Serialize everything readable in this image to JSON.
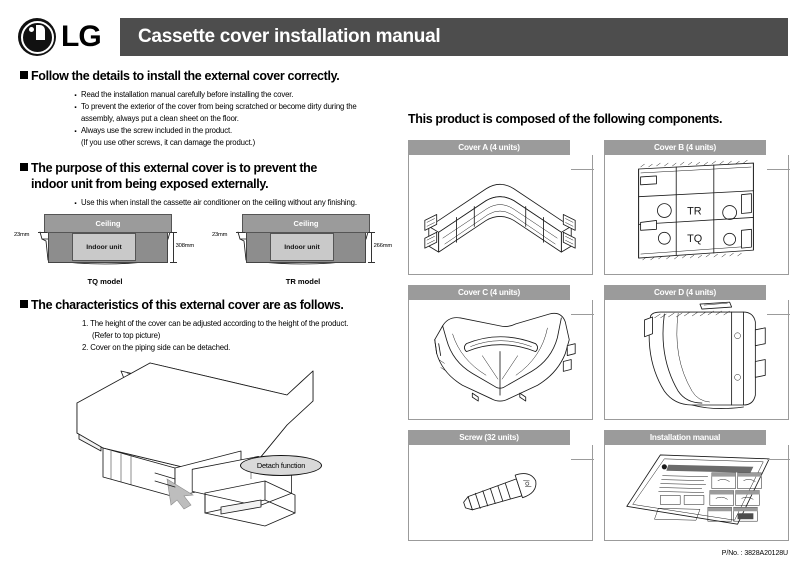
{
  "header": {
    "brand": "LG",
    "title": "Cassette cover installation manual"
  },
  "sections": {
    "follow": {
      "heading": "Follow the details to install the external cover correctly.",
      "bullets": [
        "Read the installation manual carefully before installing the cover.",
        "To prevent the exterior of the cover from being scratched or become dirty during the",
        "assembly, always put a clean sheet on the floor.",
        "Always use the screw included in the product.",
        "(If you use other screws, it can damage the product.)"
      ]
    },
    "purpose": {
      "heading_line1": "The purpose of this external cover is to prevent the",
      "heading_line2": "indoor unit from being exposed externally.",
      "bullets": [
        "Use this when install the cassette air conditioner on the ceiling without any finishing."
      ]
    },
    "characteristics": {
      "heading": "The characteristics of this external cover are as follows.",
      "items": [
        "1. The height of the cover can be adjusted according to the height of the product.",
        "(Refer to top picture)",
        "2. Cover on the piping side can be detached."
      ]
    },
    "components": {
      "heading": "This product is composed of the following components."
    }
  },
  "diagrams": [
    {
      "ceiling_label": "Ceiling",
      "unit_label": "Indoor unit",
      "left_dim": "23mm",
      "right_dim": "308mm",
      "model": "TQ model"
    },
    {
      "ceiling_label": "Ceiling",
      "unit_label": "Indoor unit",
      "left_dim": "23mm",
      "right_dim": "266mm",
      "model": "TR model"
    }
  ],
  "callout": {
    "detach": "Detach function"
  },
  "components": [
    {
      "label": "Cover A (4 units)",
      "icon": "corner-bracket-icon"
    },
    {
      "label": "Cover B (4 units)",
      "icon": "flat-panel-icon"
    },
    {
      "label": "Cover C (4 units)",
      "icon": "rounded-corner-cover-icon"
    },
    {
      "label": "Cover D (4 units)",
      "icon": "curved-side-cover-icon"
    },
    {
      "label": "Screw (32 units)",
      "icon": "screw-icon"
    },
    {
      "label": "Installation manual",
      "icon": "manual-sheet-icon"
    }
  ],
  "panel_marks": {
    "tr": "TR",
    "tq": "TQ"
  },
  "footer": {
    "part_number": "P/No. : 3828A20128U"
  },
  "colors": {
    "title_bar": "#4d4d4d",
    "cell_header": "#9b9b9b",
    "ceiling": "#9b9b9b",
    "unit_fill": "#c9c9c9",
    "callout_fill": "#d9d9d9"
  }
}
